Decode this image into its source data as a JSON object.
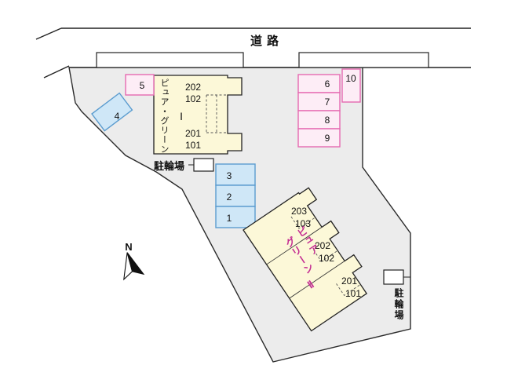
{
  "colors": {
    "site_fill": "#ececec",
    "building_fill": "#fcf8d8",
    "pink_border": "#e56ab1",
    "pink_fill": "#fdedf6",
    "blue_border": "#5b9ccf",
    "blue_fill": "#cfe7f7",
    "magenta_text": "#c42d92",
    "outline": "#222222"
  },
  "road": {
    "label": "道路"
  },
  "compass": {
    "label": "N"
  },
  "bicycle_top": {
    "label": "駐輪場"
  },
  "bicycle_bottom": {
    "label": "駐輪場"
  },
  "building1": {
    "name": "ピュア・グリーン",
    "numeral": "Ⅰ",
    "rooms": [
      "202",
      "102",
      "201",
      "101"
    ]
  },
  "building2": {
    "name_col1": "ピュア",
    "name_col2": "グリーン",
    "numeral": "Ⅱ",
    "rooms": [
      "203",
      "103",
      "202",
      "102",
      "201",
      "101"
    ]
  },
  "parking": {
    "spaces": [
      "1",
      "2",
      "3",
      "4",
      "5",
      "6",
      "7",
      "8",
      "9",
      "10"
    ]
  }
}
